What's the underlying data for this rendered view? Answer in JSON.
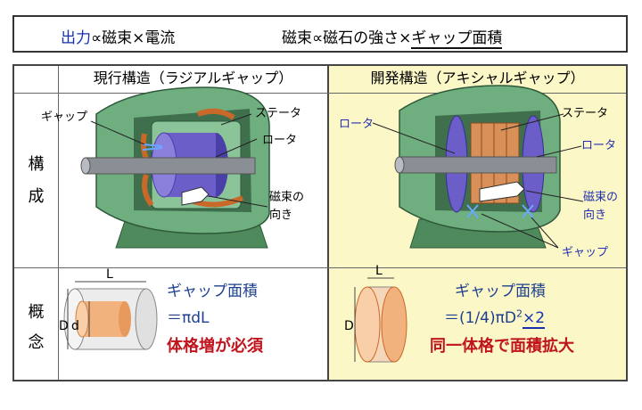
{
  "formula": {
    "output_word": "出力",
    "output_rest": "∝磁束×電流",
    "flux_main": "磁束∝磁石の強さ×",
    "flux_underlined": "ギャップ面積"
  },
  "headers": {
    "current": "現行構造（ラジアルギャップ）",
    "developed": "開発構造（アキシャルギャップ）"
  },
  "row_labels": {
    "structure_1": "構",
    "structure_2": "成",
    "concept_1": "概",
    "concept_2": "念"
  },
  "radial": {
    "gap_label": "ギャップ",
    "stator_label": "ステータ",
    "rotor_label": "ロータ",
    "flux_line1": "磁束の",
    "flux_line2": "向き"
  },
  "axial": {
    "rotor_left_label": "ロータ",
    "stator_label": "ステータ",
    "rotor_right_label": "ロータ",
    "flux_line1": "磁束の",
    "flux_line2": "向き",
    "gap_label": "ギャップ"
  },
  "concept_radial": {
    "L": "L",
    "D": "D",
    "d": "d",
    "area_title": "ギャップ面積",
    "formula": "＝πdL",
    "note": "体格増が必須"
  },
  "concept_axial": {
    "L": "L",
    "D": "D",
    "area_title": "ギャップ面積",
    "formula_main": "＝(1/4)πD",
    "formula_sup": "2",
    "formula_times": "×2",
    "note": "同一体格で面積拡大"
  },
  "colors": {
    "accent_blue": "#1530b0",
    "accent_red": "#c0141c",
    "highlight_bg": "#fbf7c6",
    "motor_green": "#5e9c6c",
    "rotor_purple": "#6c5ec8",
    "coil_orange": "#c8692a"
  }
}
